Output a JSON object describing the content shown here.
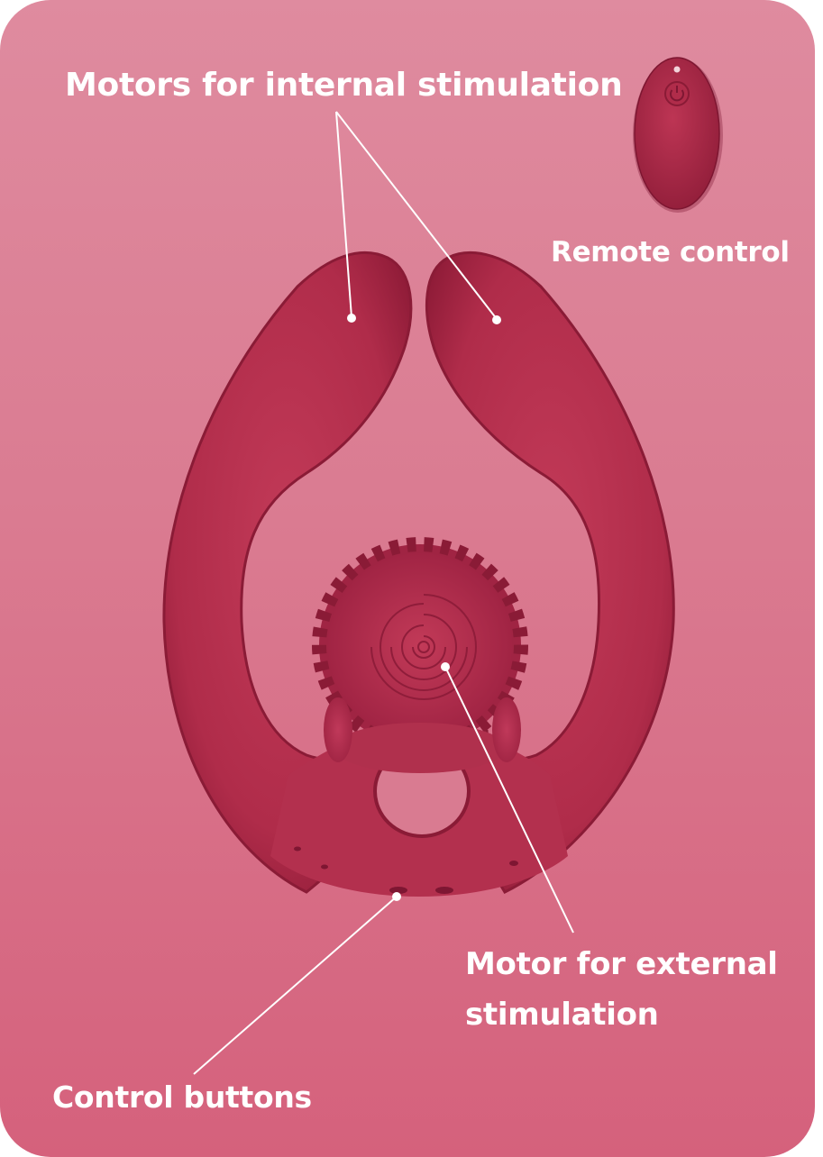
{
  "labels": {
    "internal_motors": "Motors for internal stimulation",
    "remote_control": "Remote control",
    "external_motor_line1": "Motor for external",
    "external_motor_line2": "stimulation",
    "control_buttons": "Control buttons"
  },
  "colors": {
    "background_top": "#df8b9f",
    "background_bottom": "#d5617c",
    "device": "#b8324f",
    "device_shadow": "#8c1a36",
    "label_text": "#ffffff"
  },
  "icons": {
    "remote_button": "power-icon"
  }
}
